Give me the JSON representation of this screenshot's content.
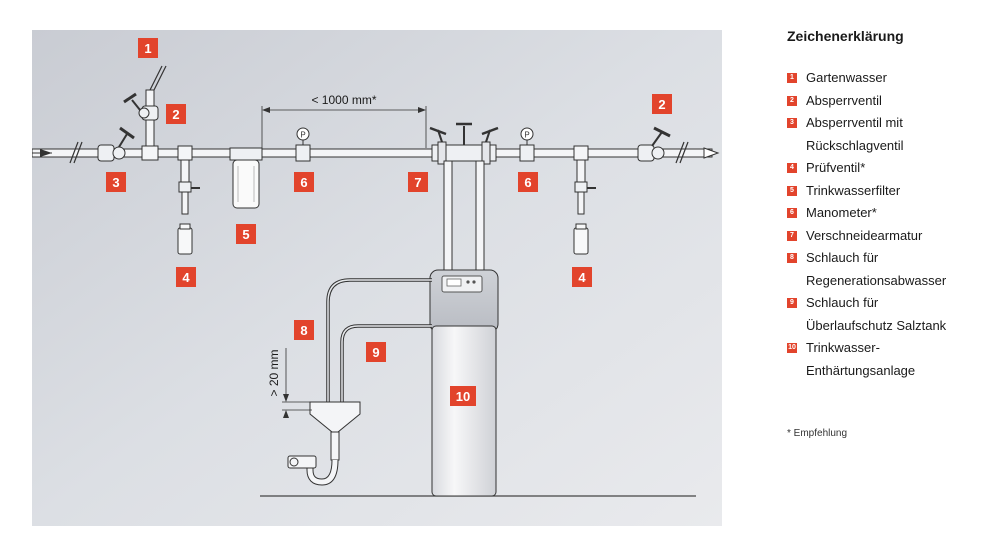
{
  "legend": {
    "title": "Zeichenerklärung",
    "items": [
      {
        "num": "1",
        "text": "Gartenwasser"
      },
      {
        "num": "2",
        "text": "Absperrventil"
      },
      {
        "num": "3",
        "text": "Absperrventil mit\nRückschlagventil"
      },
      {
        "num": "4",
        "text": "Prüfventil*"
      },
      {
        "num": "5",
        "text": "Trinkwasserfilter"
      },
      {
        "num": "6",
        "text": "Manometer*"
      },
      {
        "num": "7",
        "text": "Verschneidearmatur"
      },
      {
        "num": "8",
        "text": "Schlauch für\nRegenerationsabwasser"
      },
      {
        "num": "9",
        "text": "Schlauch für\nÜberlaufschutz Salztank"
      },
      {
        "num": "10",
        "text": "Trinkwasser-\nEnthärtungsanlage"
      }
    ]
  },
  "footnote": "*  Empfehlung",
  "diagram": {
    "callouts": {
      "c1": "1",
      "c2a": "2",
      "c2b": "2",
      "c3": "3",
      "c4a": "4",
      "c4b": "4",
      "c5": "5",
      "c6a": "6",
      "c6b": "6",
      "c7": "7",
      "c8": "8",
      "c9": "9",
      "c10": "10"
    },
    "dim_horizontal": "< 1000 mm*",
    "dim_vertical": "> 20 mm",
    "manometer_symbol": "P"
  },
  "colors": {
    "panel": "#d5d8de",
    "callout": "#e2442c",
    "line": "#333333",
    "pipe_fill": "#f4f5f7"
  }
}
